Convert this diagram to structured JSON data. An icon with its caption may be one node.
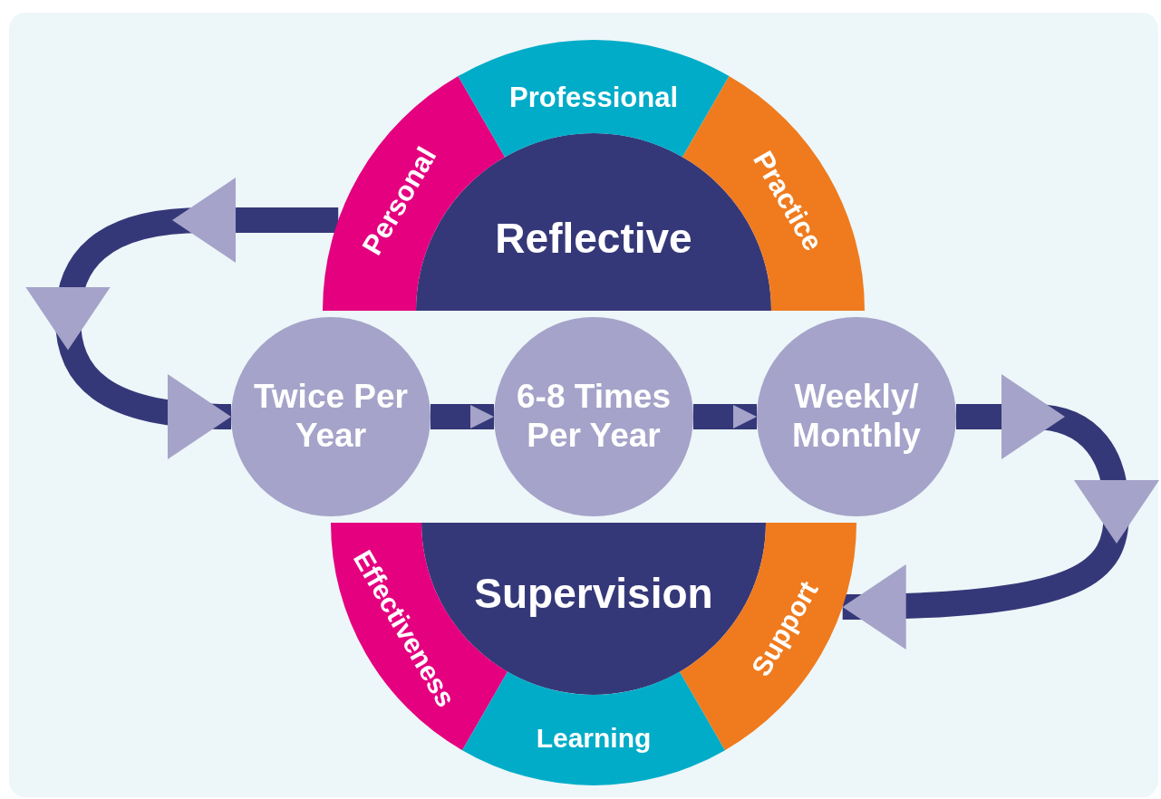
{
  "diagram": {
    "nodes": [
      {
        "text": [
          "Reflective"
        ]
      },
      {
        "text": [
          "Personal"
        ]
      },
      {
        "text": [
          "Professional"
        ]
      },
      {
        "text": [
          "Practice"
        ]
      },
      {
        "text": [
          "Twice Per Year"
        ]
      },
      {
        "text": [
          "6-8 Times Per Year"
        ]
      },
      {
        "text": [
          "Weekly/ Monthly"
        ]
      },
      {
        "text": [
          "Supervision"
        ]
      },
      {
        "text": [
          "Effectiveness"
        ]
      },
      {
        "text": [
          "Learning"
        ]
      },
      {
        "text": [
          "Support"
        ]
      }
    ],
    "edges": [
      {
        "from": 1,
        "to": 4,
        "arrow": "to"
      },
      {
        "from": 4,
        "to": 5,
        "arrow": "to"
      },
      {
        "from": 5,
        "to": 6,
        "arrow": "to"
      },
      {
        "from": 6,
        "to": 10,
        "arrow": "to"
      }
    ]
  }
}
